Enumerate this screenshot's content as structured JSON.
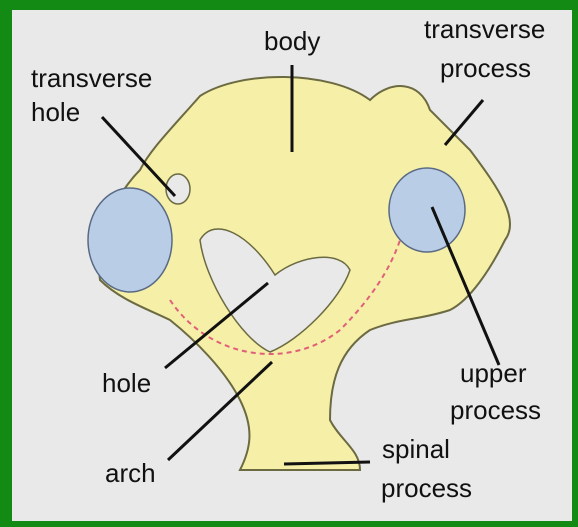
{
  "labels": {
    "body": "body",
    "transverse_hole_line1": "transverse",
    "transverse_hole_line2": "hole",
    "transverse_process_line1": "transverse",
    "transverse_process_line2": "process",
    "hole": "hole",
    "upper_process_line1": "upper",
    "upper_process_line2": "process",
    "arch": "arch",
    "spinal_process_line1": "spinal",
    "spinal_process_line2": "process"
  },
  "colors": {
    "border_green": "#138a13",
    "panel_bg": "#e9e9ea",
    "bone_fill": "#f5efa8",
    "bone_stroke": "#6b6a40",
    "facet_fill": "#b9cde6",
    "arch_dash": "#e0607a"
  }
}
